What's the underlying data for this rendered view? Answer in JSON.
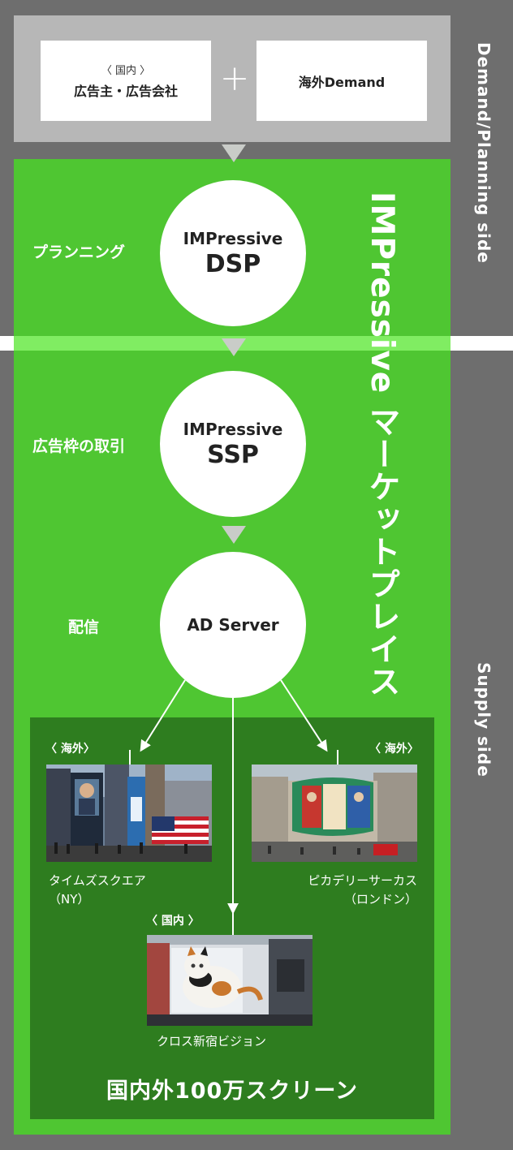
{
  "sides": {
    "demand_label": "Demand/Planning side",
    "supply_label": "Supply side"
  },
  "demand": {
    "left_sub": "〈 国内 〉",
    "left_main": "広告主・広告会社",
    "plus": "+",
    "right_main": "海外Demand"
  },
  "marketplace": {
    "title": "IMPressive マーケットプレイス"
  },
  "steps": {
    "planning": "プランニング",
    "trading": "広告枠の取引",
    "delivery": "配信"
  },
  "nodes": {
    "dsp_top": "IMPressive",
    "dsp_bottom": "DSP",
    "ssp_top": "IMPressive",
    "ssp_bottom": "SSP",
    "ad_server": "AD Server"
  },
  "screens": {
    "ny_region": "〈 海外〉",
    "ny_caption_1": "タイムズスクエア",
    "ny_caption_2": "（NY）",
    "london_region": "〈 海外〉",
    "london_caption_1": "ピカデリーサーカス",
    "london_caption_2": "（ロンドン）",
    "shinjuku_region": "〈 国内 〉",
    "shinjuku_caption": "クロス新宿ビジョン",
    "panel_title": "国内外100万スクリーン"
  },
  "colors": {
    "band_gray": "#6e6e6e",
    "demand_box": "#b7b7b7",
    "market_green": "#4fc632",
    "panel_green": "#2e7d1f",
    "highlight_green": "#80ed62"
  }
}
